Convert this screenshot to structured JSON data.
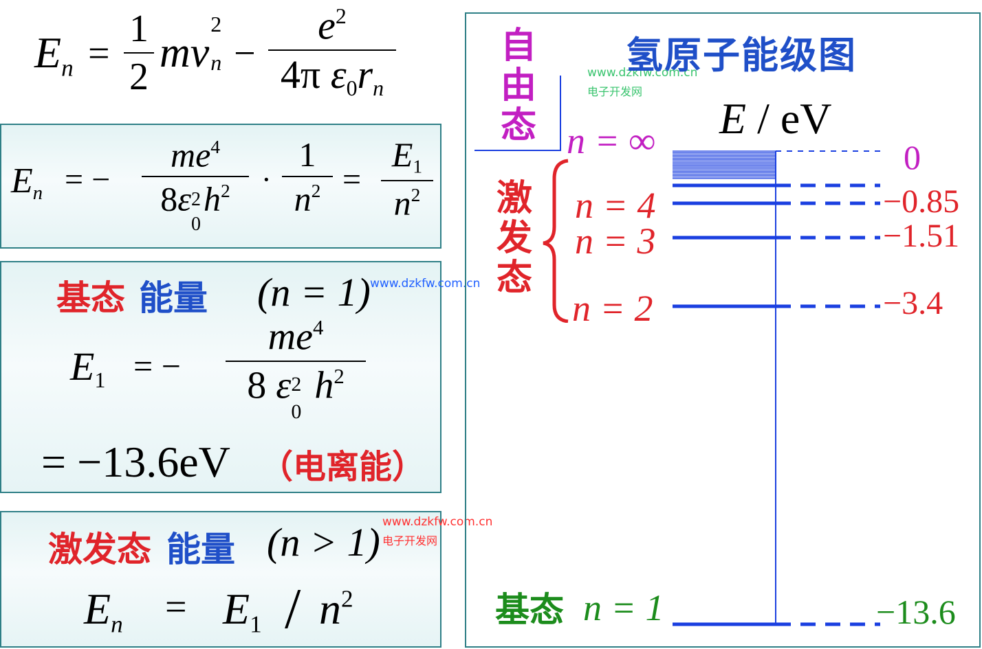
{
  "eq1": {
    "lhs": "E",
    "lhs_sub": "n",
    "eq": "=",
    "half_num": "1",
    "half_den": "2",
    "mv": "mv",
    "mv_sup": "2",
    "mv_sub": "n",
    "minus": "−",
    "frac_num": "e",
    "frac_num_sup": "2",
    "frac_den_a": "4π",
    "frac_den_eps": "ε",
    "frac_den_eps_sub": "0",
    "frac_den_r": "r",
    "frac_den_r_sub": "n"
  },
  "box1": {
    "lhs": "E",
    "lhs_sub": "n",
    "eq": "= −",
    "f1_num": "me",
    "f1_num_sup": "4",
    "f1_den_a": "8",
    "f1_den_eps": "ε",
    "f1_den_eps_sup": "2",
    "f1_den_eps_sub": "0",
    "f1_den_h": "h",
    "f1_den_h_sup": "2",
    "dot": "·",
    "f2_num": "1",
    "f2_den": "n",
    "f2_den_sup": "2",
    "eq2": "=",
    "f3_num": "E",
    "f3_num_sub": "1",
    "f3_den": "n",
    "f3_den_sup": "2"
  },
  "box2": {
    "title_red": "基态",
    "title_blue": "能量",
    "cond": "(n = 1)",
    "lhs": "E",
    "lhs_sub": "1",
    "eq": "=  −",
    "f_num": "me",
    "f_num_sup": "4",
    "f_den_a": "8",
    "f_den_eps": "ε",
    "f_den_eps_sup": "2",
    "f_den_eps_sub": "0",
    "f_den_h": "h",
    "f_den_h_sup": "2",
    "value": "= −13.6eV",
    "note": "（电离能）"
  },
  "box3": {
    "title_red": "激发态",
    "title_blue": "能量",
    "cond": "(n > 1)",
    "lhs": "E",
    "lhs_sub": "n",
    "eq": "=",
    "rhs": "E",
    "rhs_sub": "1",
    "slash": "/",
    "rhs_den": "n",
    "rhs_den_sup": "2"
  },
  "watermarks": {
    "url": "www.dzkfw.com.cn",
    "site": "电子开发网"
  },
  "diagram": {
    "title": "氢原子能级图",
    "free_state": "自由态",
    "excited_state": "激发态",
    "ground_state": "基态",
    "axis_label_E": "E",
    "axis_label_unit": "/ eV",
    "colors": {
      "line": "#1a3fe0",
      "blue_title": "#1f4fc8",
      "red": "#e0242a",
      "green": "#1c8c1c",
      "magenta": "#c21fc2",
      "frame": "#2e7f86"
    },
    "levels": [
      {
        "n_label": "n = ∞",
        "energy": "0",
        "energy_value": 0
      },
      {
        "n_label": "n = 4",
        "energy": "−0.85",
        "energy_value": -0.85
      },
      {
        "n_label": "n = 3",
        "energy": "−1.51",
        "energy_value": -1.51
      },
      {
        "n_label": "n = 2",
        "energy": "−3.4",
        "energy_value": -3.4
      },
      {
        "n_label": "n = 1",
        "energy": "−13.6",
        "energy_value": -13.6
      }
    ]
  }
}
